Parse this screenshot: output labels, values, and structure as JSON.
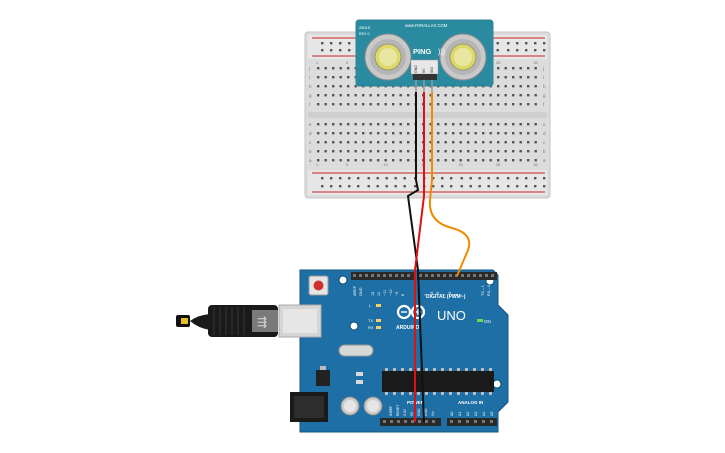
{
  "sensor": {
    "name": "PING",
    "site": "www.PARALLAX.COM",
    "model": "28015",
    "rev": "REV C",
    "pins": [
      "GND",
      "5V",
      "SIG"
    ]
  },
  "breadboard": {
    "row_letters_top": [
      "j",
      "i",
      "h",
      "g",
      "f"
    ],
    "row_letters_bottom": [
      "e",
      "d",
      "c",
      "b",
      "a"
    ],
    "column_numbers": [
      "1",
      "5",
      "10",
      "15",
      "20",
      "25",
      "30"
    ]
  },
  "arduino": {
    "model": "UNO",
    "brand": "ARDUINO",
    "on_label": "ON",
    "digital_label": "DIGITAL (PWM~)",
    "power_label": "POWER",
    "analog_label": "ANALOG IN",
    "led_labels": [
      "L",
      "TX",
      "RX"
    ],
    "aref": "AREF",
    "gnd": "GND",
    "tx_rx_header": [
      "TX→1",
      "RX←0"
    ],
    "digital_pins": [
      "13",
      "12",
      "~11",
      "~10",
      "~9",
      "8",
      "7",
      "~6",
      "~5",
      "4",
      "~3",
      "2"
    ],
    "power_pins": [
      "IOREF",
      "RESET",
      "3.3V",
      "5V",
      "GND",
      "GND",
      "Vin"
    ],
    "analog_pins": [
      "A0",
      "A1",
      "A2",
      "A3",
      "A4",
      "A5"
    ]
  },
  "colors": {
    "board_blue": "#1d6fa5",
    "sensor_teal": "#2a8aa0",
    "wire_red": "#e01010",
    "wire_black": "#111111",
    "wire_orange": "#f08a00"
  }
}
